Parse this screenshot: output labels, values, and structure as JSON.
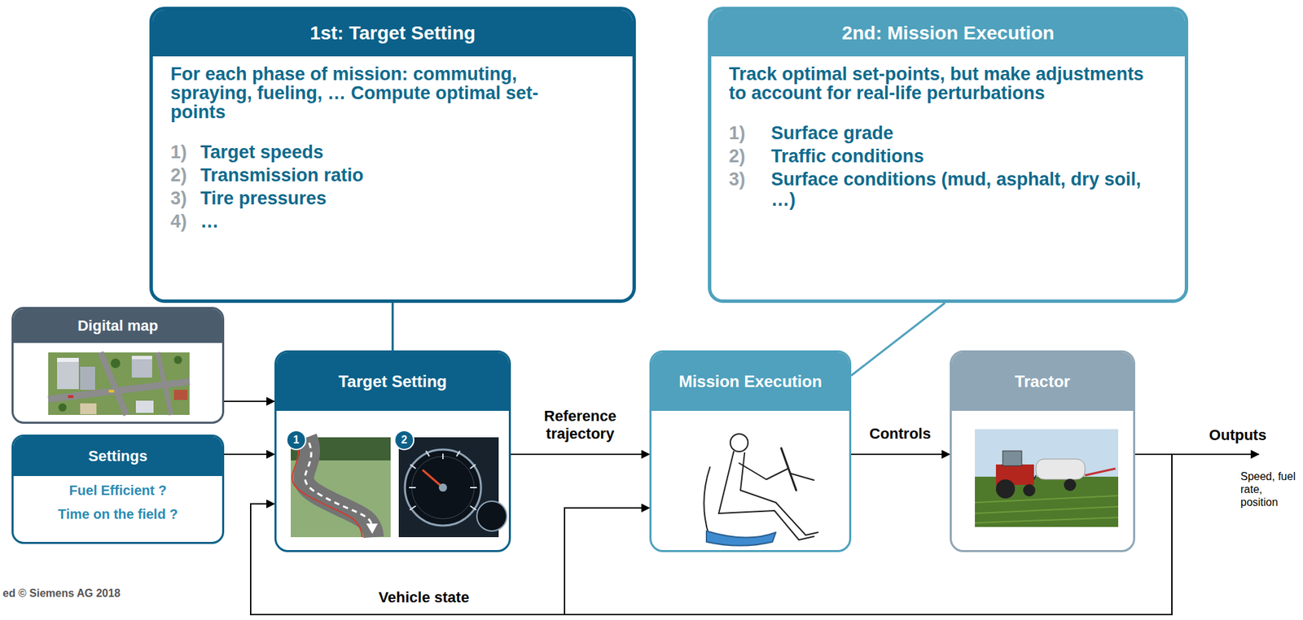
{
  "diagram": {
    "nodes": [
      {
        "text": [
          "1st: Target Setting",
          "For each phase of mission: commuting, spraying, fueling, … Compute optimal set-points",
          "1)",
          "Target speeds",
          "2)",
          "Transmission ratio",
          "3)",
          "Tire pressures",
          "4)",
          "…"
        ]
      },
      {
        "text": [
          "2nd: Mission Execution",
          "Track optimal set-points, but make adjustments to account for real-life perturbations",
          "1)",
          "Surface grade",
          "2)",
          "Traffic conditions",
          "3)",
          "Surface conditions (mud, asphalt, dry soil, …)"
        ]
      },
      {
        "text": [
          "Digital map"
        ]
      },
      {
        "text": [
          "Settings",
          "Fuel Efficient ?",
          "Time on the field ?"
        ]
      },
      {
        "text": [
          "Target Setting"
        ]
      },
      {
        "text": [
          "1"
        ],
        "in": 4
      },
      {
        "text": [
          "2"
        ],
        "in": 4
      },
      {
        "text": [
          "Mission Execution"
        ]
      },
      {
        "text": [
          "Tractor"
        ]
      }
    ],
    "edges": [
      {
        "from": 0,
        "to": 4,
        "arrow": "none"
      },
      {
        "from": 1,
        "to": 7,
        "arrow": "none"
      },
      {
        "from": 2,
        "to": 4,
        "arrow": "to"
      },
      {
        "from": 3,
        "to": 4,
        "arrow": "to"
      },
      {
        "from": 4,
        "to": 7,
        "label": "Reference trajectory",
        "arrow": "to"
      },
      {
        "from": 7,
        "to": 8,
        "label": "Controls",
        "arrow": "to"
      },
      {
        "from": 8,
        "to": 4,
        "label": "Vehicle state",
        "arrow": "to"
      },
      {
        "from": 8,
        "to": 7,
        "arrow": "to"
      }
    ],
    "labels": [
      "Outputs",
      "Speed, fuel rate, position",
      "ed © Siemens AG 2018"
    ]
  }
}
